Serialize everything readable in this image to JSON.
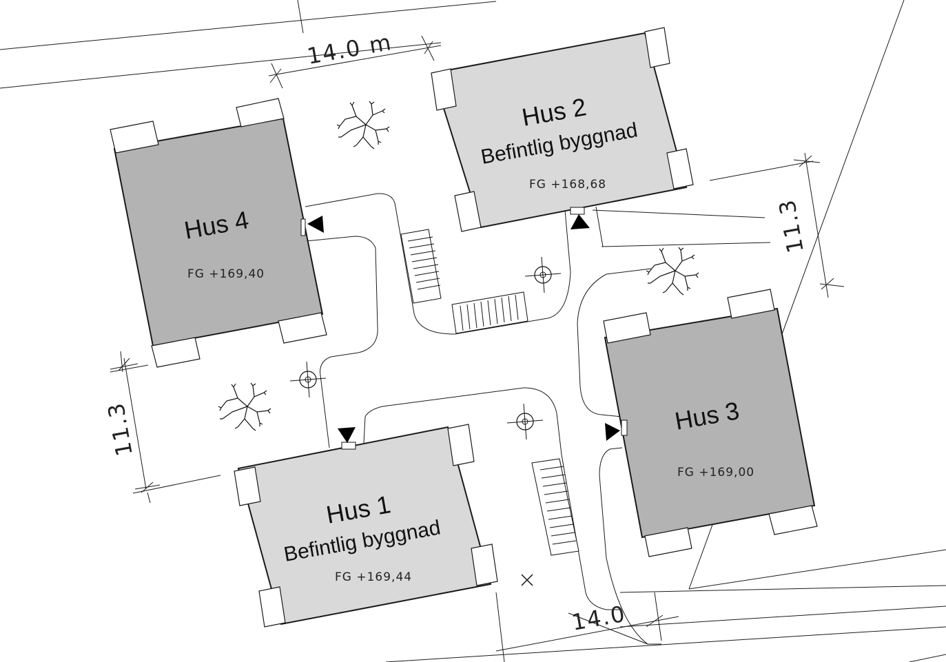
{
  "colors": {
    "existing_building": "#d9d9d9",
    "new_building": "#b3b3b3",
    "background": "#ffffff",
    "line": "#1a1a1a"
  },
  "buildings": [
    {
      "id": "hus1",
      "name": "Hus 1",
      "subtitle": "Befintlig byggnad",
      "floor_level": "FG +169,44"
    },
    {
      "id": "hus2",
      "name": "Hus 2",
      "subtitle": "Befintlig byggnad",
      "floor_level": "FG +168,68"
    },
    {
      "id": "hus3",
      "name": "Hus 3",
      "floor_level": "FG +169,00"
    },
    {
      "id": "hus4",
      "name": "Hus 4",
      "floor_level": "FG +169,40"
    }
  ],
  "dimensions": {
    "top": "14.0 m",
    "bottom": "14.0",
    "left": "11.3",
    "right": "11.3"
  },
  "icons": [
    "tree-icon",
    "lamp-post-icon",
    "entrance-arrow-icon",
    "bike-rack-icon",
    "cross-marker-icon"
  ]
}
